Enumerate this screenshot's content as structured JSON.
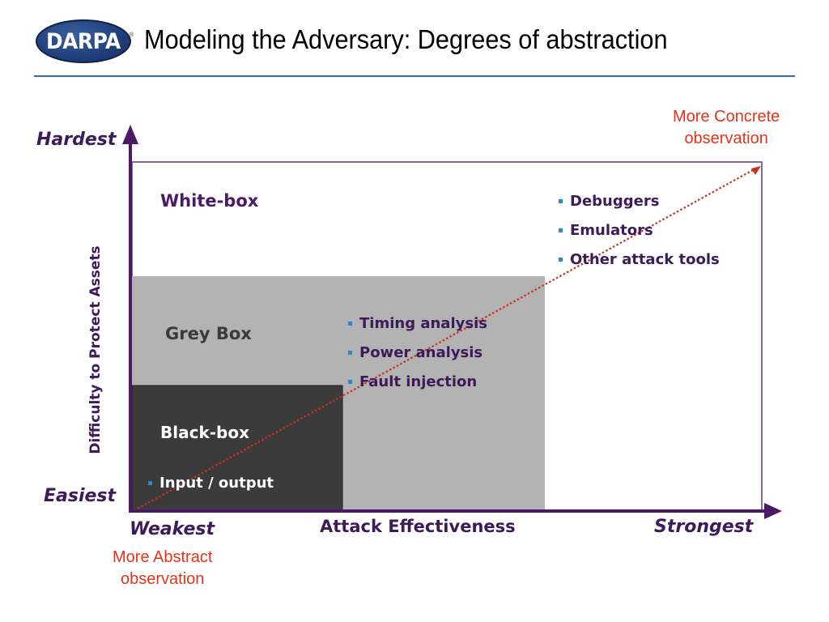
{
  "header": {
    "logo_text": "DARPA",
    "logo_mark": "®",
    "title": "Modeling the Adversary: Degrees of abstraction"
  },
  "diagram": {
    "y_axis": {
      "top_label": "Hardest",
      "bottom_label": "Easiest",
      "title": "Difficulty to Protect Assets"
    },
    "x_axis": {
      "left_label": "Weakest",
      "right_label": "Strongest",
      "title": "Attack Effectiveness"
    },
    "boxes": {
      "white": {
        "title": "White-box",
        "items": [
          "Debuggers",
          "Emulators",
          "Other attack tools"
        ]
      },
      "grey": {
        "title": "Grey Box",
        "items": [
          "Timing analysis",
          "Power analysis",
          "Fault injection"
        ]
      },
      "black": {
        "title": "Black-box",
        "items": [
          "Input / output"
        ]
      }
    },
    "notes": {
      "concrete": [
        "More Concrete",
        "observation"
      ],
      "abstract": [
        "More Abstract",
        "observation"
      ]
    },
    "colors": {
      "axis": "#4a1a66",
      "white_box_border": "#5c3a78",
      "grey_box": "#b3b3b3",
      "black_box": "#3b3b3b",
      "bullet": "#2b8ac6",
      "trend_line": "#c8321e",
      "note_text": "#e53319",
      "title_rule": "#2a6db5"
    }
  }
}
